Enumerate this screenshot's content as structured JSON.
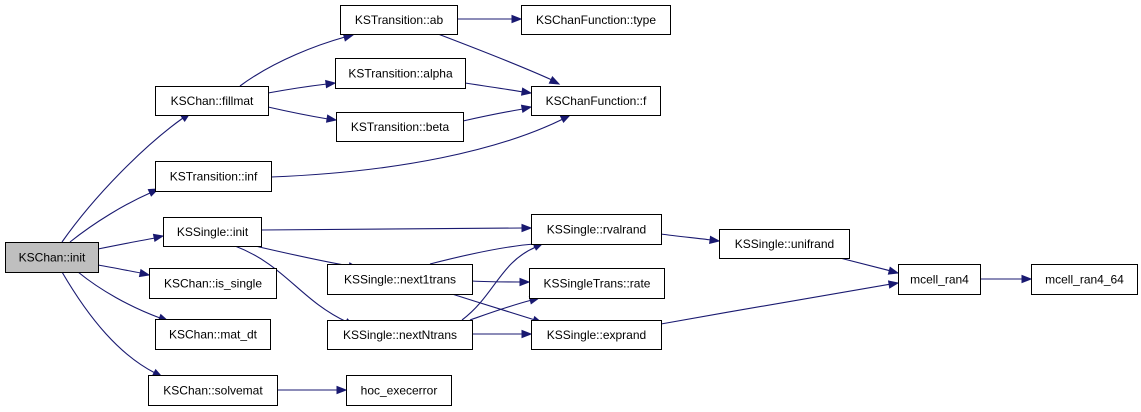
{
  "diagram": {
    "nodes": [
      {
        "id": "kschan_init",
        "label": "KSChan::init"
      },
      {
        "id": "kschan_fillmat",
        "label": "KSChan::fillmat"
      },
      {
        "id": "kstransition_inf",
        "label": "KSTransition::inf"
      },
      {
        "id": "kssingle_init",
        "label": "KSSingle::init"
      },
      {
        "id": "kschan_is_single",
        "label": "KSChan::is_single"
      },
      {
        "id": "kschan_mat_dt",
        "label": "KSChan::mat_dt"
      },
      {
        "id": "kschan_solvemat",
        "label": "KSChan::solvemat"
      },
      {
        "id": "kstransition_ab",
        "label": "KSTransition::ab"
      },
      {
        "id": "kstransition_alpha",
        "label": "KSTransition::alpha"
      },
      {
        "id": "kstransition_beta",
        "label": "KSTransition::beta"
      },
      {
        "id": "kssingle_next1trans",
        "label": "KSSingle::next1trans"
      },
      {
        "id": "kssingle_nextntrans",
        "label": "KSSingle::nextNtrans"
      },
      {
        "id": "hoc_execerror",
        "label": "hoc_execerror"
      },
      {
        "id": "kschanfunction_type",
        "label": "KSChanFunction::type"
      },
      {
        "id": "kschanfunction_f",
        "label": "KSChanFunction::f"
      },
      {
        "id": "kssingle_rvalrand",
        "label": "KSSingle::rvalrand"
      },
      {
        "id": "kssingletrans_rate",
        "label": "KSSingleTrans::rate"
      },
      {
        "id": "kssingle_exprand",
        "label": "KSSingle::exprand"
      },
      {
        "id": "kssingle_unifrand",
        "label": "KSSingle::unifrand"
      },
      {
        "id": "mcell_ran4",
        "label": "mcell_ran4"
      },
      {
        "id": "mcell_ran4_64",
        "label": "mcell_ran4_64"
      }
    ],
    "edges": [
      {
        "from": "kschan_init",
        "to": "kschan_fillmat"
      },
      {
        "from": "kschan_init",
        "to": "kstransition_inf"
      },
      {
        "from": "kschan_init",
        "to": "kssingle_init"
      },
      {
        "from": "kschan_init",
        "to": "kschan_is_single"
      },
      {
        "from": "kschan_init",
        "to": "kschan_mat_dt"
      },
      {
        "from": "kschan_init",
        "to": "kschan_solvemat"
      },
      {
        "from": "kschan_fillmat",
        "to": "kstransition_ab"
      },
      {
        "from": "kschan_fillmat",
        "to": "kstransition_alpha"
      },
      {
        "from": "kschan_fillmat",
        "to": "kstransition_beta"
      },
      {
        "from": "kstransition_ab",
        "to": "kschanfunction_type"
      },
      {
        "from": "kstransition_ab",
        "to": "kschanfunction_f"
      },
      {
        "from": "kstransition_alpha",
        "to": "kschanfunction_f"
      },
      {
        "from": "kstransition_beta",
        "to": "kschanfunction_f"
      },
      {
        "from": "kstransition_inf",
        "to": "kschanfunction_f"
      },
      {
        "from": "kssingle_init",
        "to": "kssingle_rvalrand"
      },
      {
        "from": "kssingle_init",
        "to": "kssingle_next1trans"
      },
      {
        "from": "kssingle_init",
        "to": "kssingle_nextntrans"
      },
      {
        "from": "kssingle_next1trans",
        "to": "kssingle_rvalrand"
      },
      {
        "from": "kssingle_next1trans",
        "to": "kssingletrans_rate"
      },
      {
        "from": "kssingle_next1trans",
        "to": "kssingle_exprand"
      },
      {
        "from": "kssingle_nextntrans",
        "to": "kssingle_rvalrand"
      },
      {
        "from": "kssingle_nextntrans",
        "to": "kssingletrans_rate"
      },
      {
        "from": "kssingle_nextntrans",
        "to": "kssingle_exprand"
      },
      {
        "from": "kssingle_rvalrand",
        "to": "kssingle_unifrand"
      },
      {
        "from": "kssingle_unifrand",
        "to": "mcell_ran4"
      },
      {
        "from": "kssingle_exprand",
        "to": "mcell_ran4"
      },
      {
        "from": "mcell_ran4",
        "to": "mcell_ran4_64"
      },
      {
        "from": "kschan_solvemat",
        "to": "hoc_execerror"
      }
    ],
    "colors": {
      "edge": "#191970",
      "node_border": "#000000",
      "node_fill": "#ffffff",
      "root_fill": "#bfbfbf"
    }
  }
}
